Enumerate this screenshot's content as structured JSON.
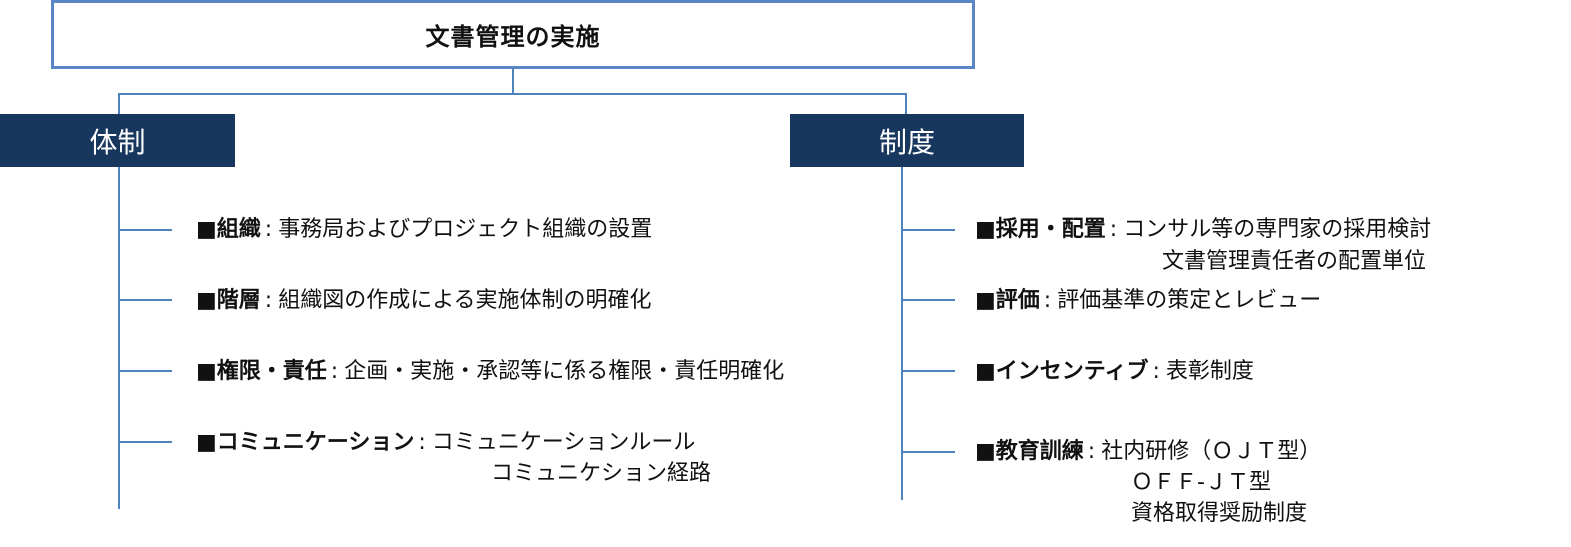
{
  "title": "文書管理の実施",
  "colors": {
    "line": "#4f81bd",
    "title_border": "#5b86c5",
    "category_bg": "#17375e",
    "category_text": "#ffffff"
  },
  "left": {
    "category": "体制",
    "items": [
      {
        "head": "■組織",
        "sep": ":",
        "lines": [
          "事務局およびプロジェクト組織の設置"
        ]
      },
      {
        "head": "■階層",
        "sep": ":",
        "lines": [
          "組織図の作成による実施体制の明確化"
        ]
      },
      {
        "head": "■権限・責任",
        "sep": ":",
        "lines": [
          "企画・実施・承認等に係る権限・責任明確化"
        ]
      },
      {
        "head": "■コミュニケーション",
        "sep": ":",
        "lines": [
          "コミュニケーションルール",
          "コミュニケション経路"
        ]
      }
    ]
  },
  "right": {
    "category": "制度",
    "items": [
      {
        "head": "■採用・配置",
        "sep": ":",
        "lines": [
          "コンサル等の専門家の採用検討",
          "文書管理責任者の配置単位"
        ]
      },
      {
        "head": "■評価",
        "sep": ":",
        "lines": [
          "評価基準の策定とレビュー"
        ]
      },
      {
        "head": "■インセンティブ",
        "sep": ":",
        "lines": [
          "表彰制度"
        ]
      },
      {
        "head": "■教育訓練",
        "sep": ":",
        "lines": [
          "社内研修（ＯＪＴ型）",
          "ＯＦＦ-ＪＴ型",
          "資格取得奨励制度"
        ]
      }
    ]
  }
}
